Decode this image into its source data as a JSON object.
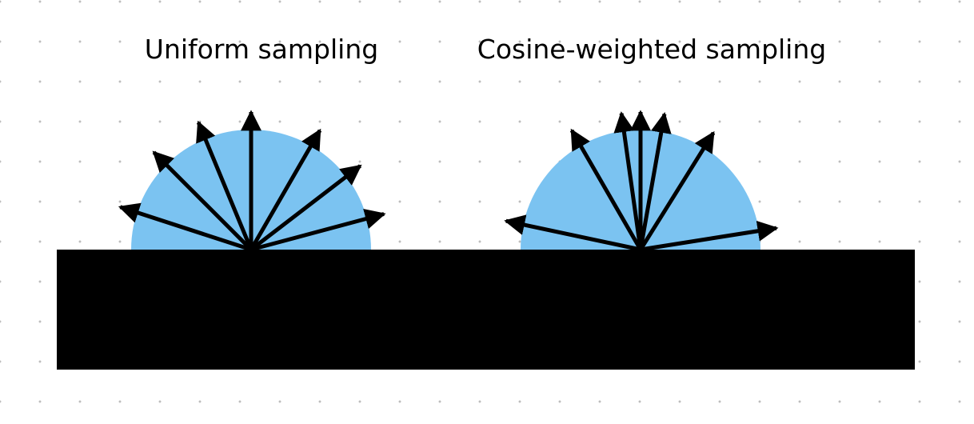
{
  "panels": {
    "uniform": {
      "title": "Uniform sampling",
      "ray_angles_deg": [
        15,
        37.5,
        60,
        90,
        112.5,
        135,
        162
      ]
    },
    "cosine": {
      "title": "Cosine-weighted sampling",
      "ray_angles_deg": [
        9,
        58,
        80,
        90,
        98,
        120,
        168
      ]
    }
  },
  "colors": {
    "hemisphere": "#7bc3f1",
    "surface": "#000000",
    "ray": "#000000",
    "grid_dot": "#bdbdbd"
  }
}
